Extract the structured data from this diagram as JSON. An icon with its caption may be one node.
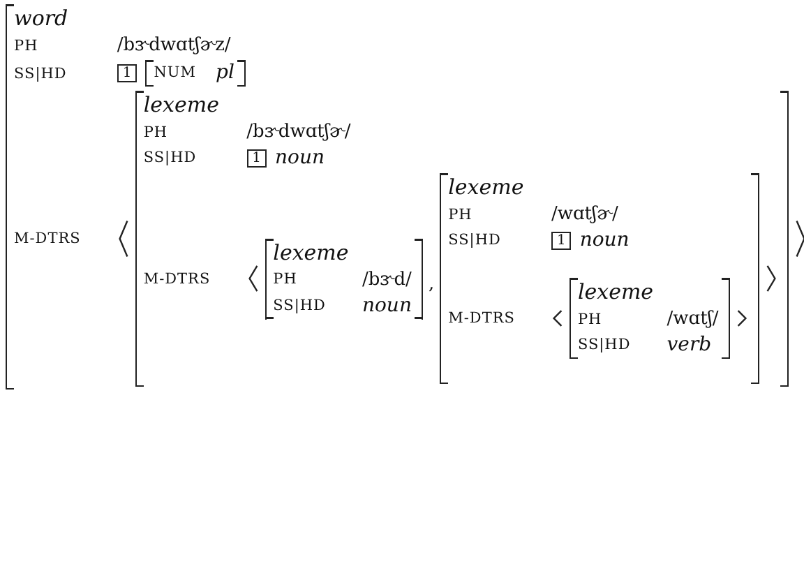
{
  "diagram": {
    "nodes": [
      {
        "text": [
          "word",
          "PH",
          "/bɝdwɑtʃɚz/",
          "SS|HD",
          "M-DTRS"
        ]
      },
      {
        "text": [
          "1"
        ],
        "in": 0
      },
      {
        "text": [
          "NUM",
          "pl"
        ],
        "in": 0
      },
      {
        "text": [
          "lexeme",
          "PH",
          "/bɝdwɑtʃɚ/",
          "SS|HD",
          "noun",
          "M-DTRS"
        ],
        "in": 0
      },
      {
        "text": [
          "1"
        ],
        "in": 3
      },
      {
        "text": [
          "lexeme",
          "PH",
          "/bɝd/",
          "SS|HD",
          "noun"
        ],
        "in": 3
      },
      {
        "text": [
          "lexeme",
          "PH",
          "/wɑtʃɚ/",
          "SS|HD",
          "noun",
          "M-DTRS"
        ],
        "in": 3
      },
      {
        "text": [
          "1"
        ],
        "in": 6
      },
      {
        "text": [
          "lexeme",
          "PH",
          "/wɑtʃ/",
          "SS|HD",
          "verb"
        ],
        "in": 6
      }
    ],
    "labels": [
      ","
    ]
  }
}
